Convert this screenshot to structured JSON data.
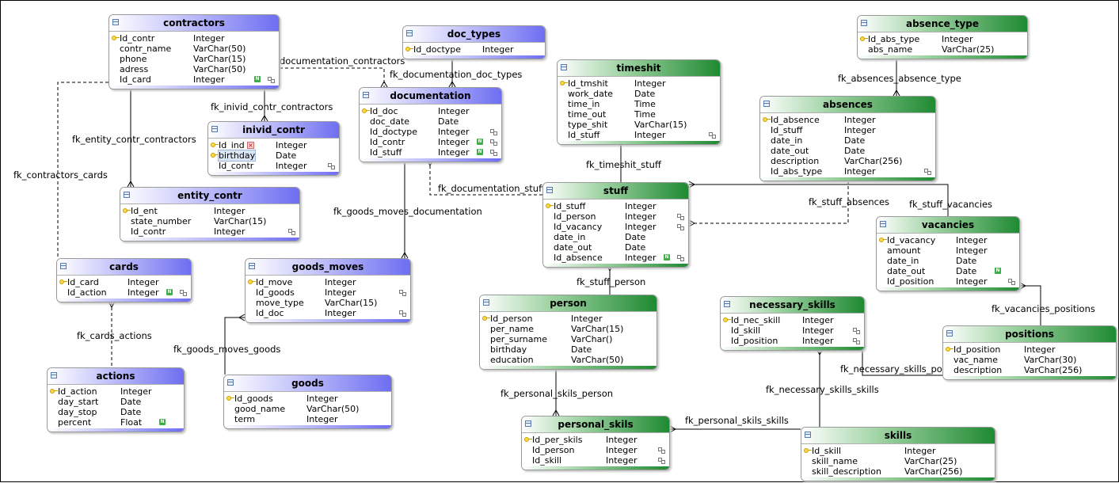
{
  "tables": [
    {
      "id": "contractors",
      "name": "contractors",
      "color": "blue",
      "fields": [
        {
          "name": "Id_contr",
          "type": "Integer",
          "pk": true
        },
        {
          "name": "contr_name",
          "type": "VarChar(50)"
        },
        {
          "name": "phone",
          "type": "VarChar(15)"
        },
        {
          "name": "adress",
          "type": "VarChar(50)"
        },
        {
          "name": "Id_card",
          "type": "Integer",
          "nn": true,
          "fk": true
        }
      ]
    },
    {
      "id": "doc_types",
      "name": "doc_types",
      "color": "blue",
      "fields": [
        {
          "name": "Id_doctype",
          "type": "Integer",
          "pk": true
        }
      ]
    },
    {
      "id": "inivid_contr",
      "name": "inivid_contr",
      "color": "blue",
      "fields": [
        {
          "name": "Id_ind",
          "type": "Integer",
          "pk": true,
          "x": true
        },
        {
          "name": "birthday",
          "type": "Date",
          "pk": true,
          "selected": true
        },
        {
          "name": "Id_contr",
          "type": "Integer",
          "fk": true
        }
      ]
    },
    {
      "id": "documentation",
      "name": "documentation",
      "color": "blue",
      "fields": [
        {
          "name": "Id_doc",
          "type": "Integer",
          "pk": true
        },
        {
          "name": "doc_date",
          "type": "Date"
        },
        {
          "name": "Id_doctype",
          "type": "Integer",
          "fk": true
        },
        {
          "name": "Id_contr",
          "type": "Integer",
          "nn": true,
          "fk": true
        },
        {
          "name": "Id_stuff",
          "type": "Integer",
          "nn": true,
          "fk": true
        }
      ]
    },
    {
      "id": "entity_contr",
      "name": "entity_contr",
      "color": "blue",
      "fields": [
        {
          "name": "Id_ent",
          "type": "Integer",
          "pk": true
        },
        {
          "name": "state_number",
          "type": "VarChar(15)"
        },
        {
          "name": "Id_contr",
          "type": "Integer",
          "fk": true
        }
      ]
    },
    {
      "id": "cards",
      "name": "cards",
      "color": "blue",
      "fields": [
        {
          "name": "Id_card",
          "type": "Integer",
          "pk": true
        },
        {
          "name": "Id_action",
          "type": "Integer",
          "nn": true,
          "fk": true
        }
      ]
    },
    {
      "id": "goods_moves",
      "name": "goods_moves",
      "color": "blue",
      "fields": [
        {
          "name": "Id_move",
          "type": "Integer",
          "pk": true
        },
        {
          "name": "Id_goods",
          "type": "Integer",
          "fk": true
        },
        {
          "name": "move_type",
          "type": "VarChar(15)"
        },
        {
          "name": "Id_doc",
          "type": "Integer",
          "fk": true
        }
      ]
    },
    {
      "id": "actions",
      "name": "actions",
      "color": "blue",
      "fields": [
        {
          "name": "Id_action",
          "type": "Integer",
          "pk": true
        },
        {
          "name": "day_start",
          "type": "Date"
        },
        {
          "name": "day_stop",
          "type": "Date"
        },
        {
          "name": "percent",
          "type": "Float",
          "nn": true
        }
      ]
    },
    {
      "id": "goods",
      "name": "goods",
      "color": "blue",
      "fields": [
        {
          "name": "Id_goods",
          "type": "Integer",
          "pk": true
        },
        {
          "name": "good_name",
          "type": "VarChar(50)"
        },
        {
          "name": "term",
          "type": "Integer"
        }
      ]
    },
    {
      "id": "timeshit",
      "name": "timeshit",
      "color": "green",
      "fields": [
        {
          "name": "Id_tmshit",
          "type": "Integer",
          "pk": true
        },
        {
          "name": "work_date",
          "type": "Date"
        },
        {
          "name": "time_in",
          "type": "Time"
        },
        {
          "name": "time_out",
          "type": "Time"
        },
        {
          "name": "type_shit",
          "type": "VarChar(15)"
        },
        {
          "name": "Id_stuff",
          "type": "Integer",
          "fk": true
        }
      ]
    },
    {
      "id": "absence_type",
      "name": "absence_type",
      "color": "green",
      "fields": [
        {
          "name": "Id_abs_type",
          "type": "Integer",
          "pk": true
        },
        {
          "name": "abs_name",
          "type": "VarChar(25)"
        }
      ]
    },
    {
      "id": "absences",
      "name": "absences",
      "color": "green",
      "fields": [
        {
          "name": "Id_absence",
          "type": "Integer",
          "pk": true
        },
        {
          "name": "Id_stuff",
          "type": "Integer"
        },
        {
          "name": "date_in",
          "type": "Date"
        },
        {
          "name": "date_out",
          "type": "Date"
        },
        {
          "name": "description",
          "type": "VarChar(256)"
        },
        {
          "name": "Id_abs_type",
          "type": "Integer",
          "fk": true
        }
      ]
    },
    {
      "id": "stuff",
      "name": "stuff",
      "color": "green",
      "fields": [
        {
          "name": "Id_stuff",
          "type": "Integer",
          "pk": true
        },
        {
          "name": "Id_person",
          "type": "Integer",
          "fk": true
        },
        {
          "name": "Id_vacancy",
          "type": "Integer",
          "fk": true
        },
        {
          "name": "date_in",
          "type": "Date"
        },
        {
          "name": "date_out",
          "type": "Date"
        },
        {
          "name": "Id_absence",
          "type": "Integer",
          "nn": true,
          "fk": true
        }
      ]
    },
    {
      "id": "vacancies",
      "name": "vacancies",
      "color": "green",
      "fields": [
        {
          "name": "Id_vacancy",
          "type": "Integer",
          "pk": true
        },
        {
          "name": "amount",
          "type": "Integer"
        },
        {
          "name": "date_in",
          "type": "Date"
        },
        {
          "name": "date_out",
          "type": "Date",
          "nn": true
        },
        {
          "name": "Id_position",
          "type": "Integer",
          "fk": true
        }
      ]
    },
    {
      "id": "person",
      "name": "person",
      "color": "green",
      "fields": [
        {
          "name": "Id_person",
          "type": "Integer",
          "pk": true
        },
        {
          "name": "per_name",
          "type": "VarChar(15)"
        },
        {
          "name": "per_surname",
          "type": "VarChar()"
        },
        {
          "name": "birthday",
          "type": "Date"
        },
        {
          "name": "education",
          "type": "VarChar(50)"
        }
      ]
    },
    {
      "id": "necessary_skills",
      "name": "necessary_skills",
      "color": "green",
      "fields": [
        {
          "name": "Id_nec_skill",
          "type": "Integer",
          "pk": true
        },
        {
          "name": "Id_skill",
          "type": "Integer",
          "fk": true
        },
        {
          "name": "Id_position",
          "type": "Integer",
          "fk": true
        }
      ]
    },
    {
      "id": "positions",
      "name": "positions",
      "color": "green",
      "fields": [
        {
          "name": "Id_position",
          "type": "Integer",
          "pk": true
        },
        {
          "name": "vac_name",
          "type": "VarChar(30)"
        },
        {
          "name": "description",
          "type": "VarChar(256)"
        }
      ]
    },
    {
      "id": "personal_skils",
      "name": "personal_skils",
      "color": "green",
      "fields": [
        {
          "name": "Id_per_skils",
          "type": "Integer",
          "pk": true
        },
        {
          "name": "Id_person",
          "type": "Integer",
          "fk": true
        },
        {
          "name": "Id_skill",
          "type": "Integer",
          "fk": true
        }
      ]
    },
    {
      "id": "skills",
      "name": "skills",
      "color": "green",
      "fields": [
        {
          "name": "Id_skill",
          "type": "Integer",
          "pk": true
        },
        {
          "name": "skill_name",
          "type": "VarChar(25)"
        },
        {
          "name": "skill_description",
          "type": "VarChar(256)"
        }
      ]
    }
  ],
  "relations": [
    {
      "id": "r1",
      "label": "documentation_contractors",
      "dashed": true
    },
    {
      "id": "r2",
      "label": "fk_documentation_doc_types"
    },
    {
      "id": "r3",
      "label": "fk_inivid_contr_contractors"
    },
    {
      "id": "r4",
      "label": "fk_entity_contr_contractors"
    },
    {
      "id": "r5",
      "label": "fk_contractors_cards",
      "dashed": true
    },
    {
      "id": "r6",
      "label": "fk_documentation_stuff",
      "dashed": true
    },
    {
      "id": "r7",
      "label": "fk_goods_moves_documentation"
    },
    {
      "id": "r8",
      "label": "fk_cards_actions",
      "dashed": true
    },
    {
      "id": "r9",
      "label": "fk_goods_moves_goods"
    },
    {
      "id": "r10",
      "label": "fk_timeshit_stuff"
    },
    {
      "id": "r11",
      "label": "fk_absences_absence_type"
    },
    {
      "id": "r12",
      "label": "fk_stuff_absences",
      "dashed": true
    },
    {
      "id": "r13",
      "label": "fk_stuff_vacancies"
    },
    {
      "id": "r14",
      "label": "fk_stuff_person"
    },
    {
      "id": "r15",
      "label": "fk_vacancies_positions"
    },
    {
      "id": "r16",
      "label": "fk_necessary_skills_po"
    },
    {
      "id": "r17",
      "label": "fk_necessary_skills_skills"
    },
    {
      "id": "r18",
      "label": "fk_personal_skils_person"
    },
    {
      "id": "r19",
      "label": "fk_personal_skils_skills"
    }
  ]
}
